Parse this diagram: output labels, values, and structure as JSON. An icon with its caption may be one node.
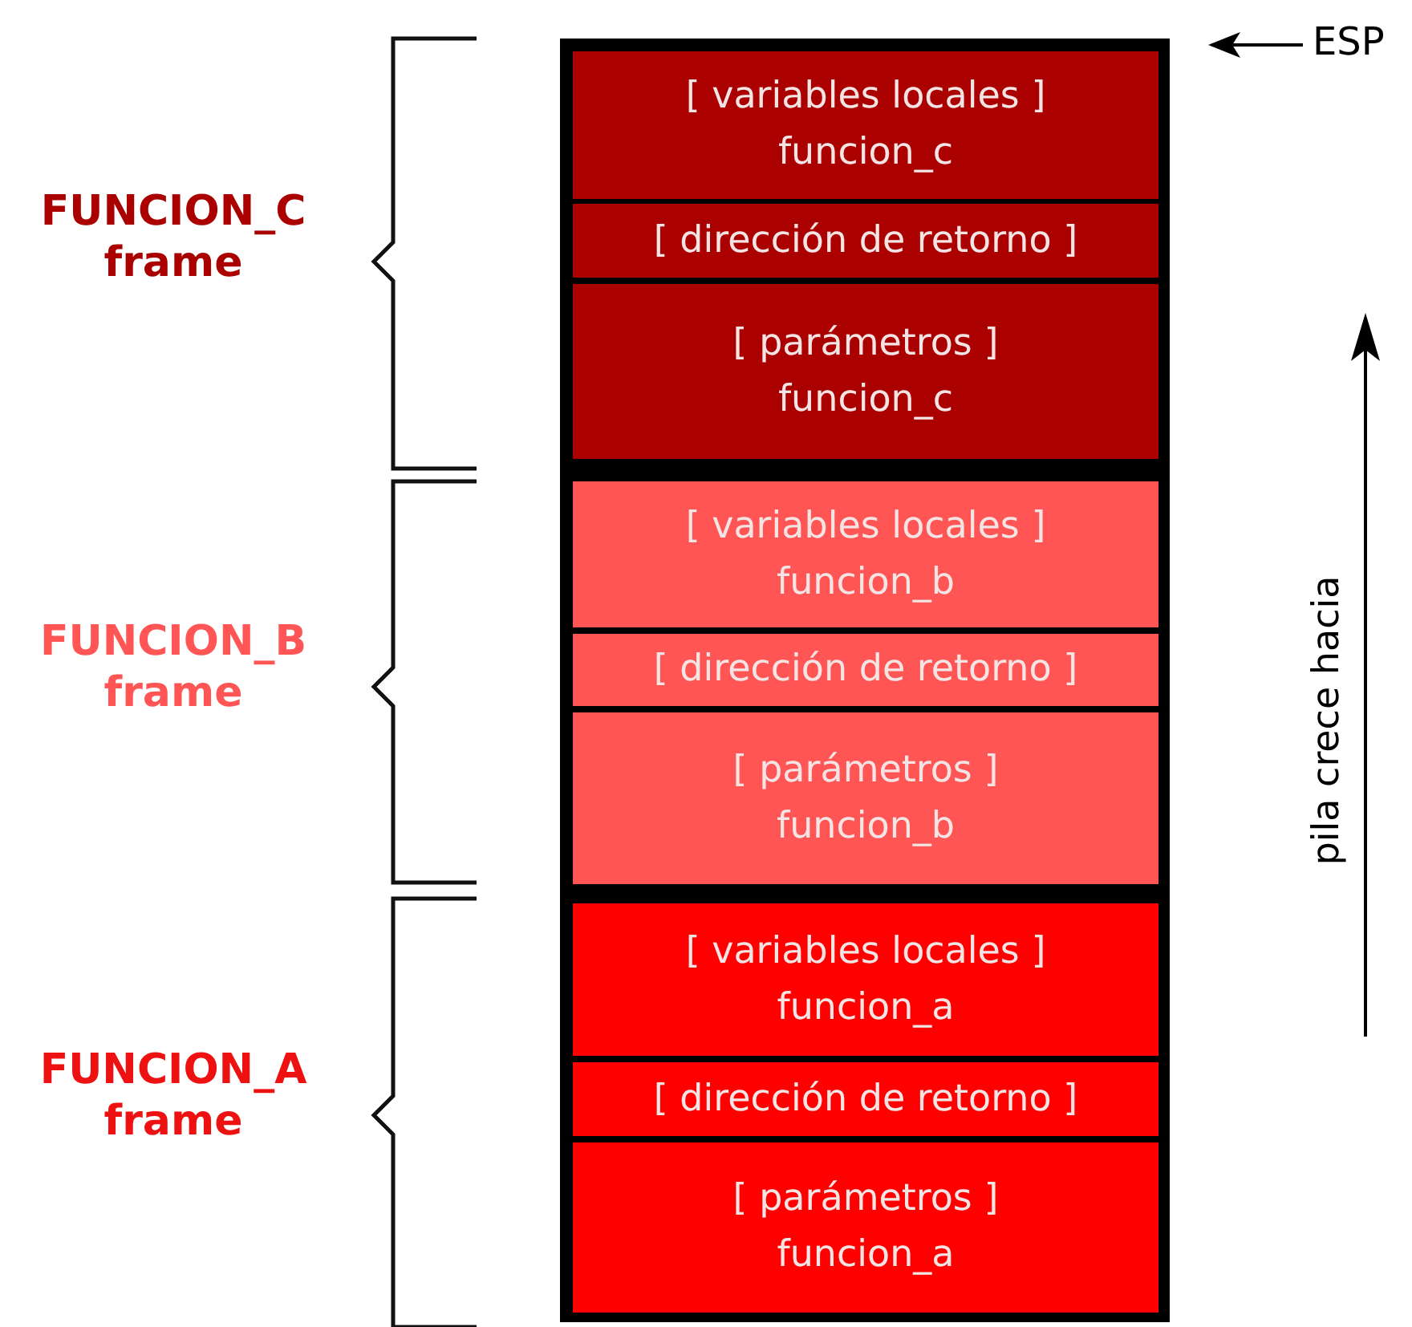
{
  "diagram": {
    "nodes": [
      {
        "text": [],
        "shape": "box"
      },
      {
        "text": [
          "[ variables locales ] funcion_c"
        ],
        "in": 0
      },
      {
        "text": [
          "[ dirección de retorno ]"
        ],
        "in": 0
      },
      {
        "text": [
          "[ parámetros ] funcion_c"
        ],
        "in": 0
      },
      {
        "text": [
          "[ variables locales ] funcion_b"
        ],
        "in": 0
      },
      {
        "text": [
          "[ dirección de retorno ]"
        ],
        "in": 0
      },
      {
        "text": [
          "[ parámetros ] funcion_b"
        ],
        "in": 0
      },
      {
        "text": [
          "[ variables locales ] funcion_a"
        ],
        "in": 0
      },
      {
        "text": [
          "[ dirección de retorno ]"
        ],
        "in": 0
      },
      {
        "text": [
          "[ parámetros ] funcion_a"
        ],
        "in": 0
      },
      {
        "text": [
          "ESP"
        ]
      }
    ],
    "edges": [
      {
        "from": 10,
        "to": 0,
        "arrow": "to"
      }
    ],
    "labels": [
      "FUNCION_C frame",
      "FUNCION_B frame",
      "FUNCION_A frame",
      "pila crece hacia"
    ]
  }
}
